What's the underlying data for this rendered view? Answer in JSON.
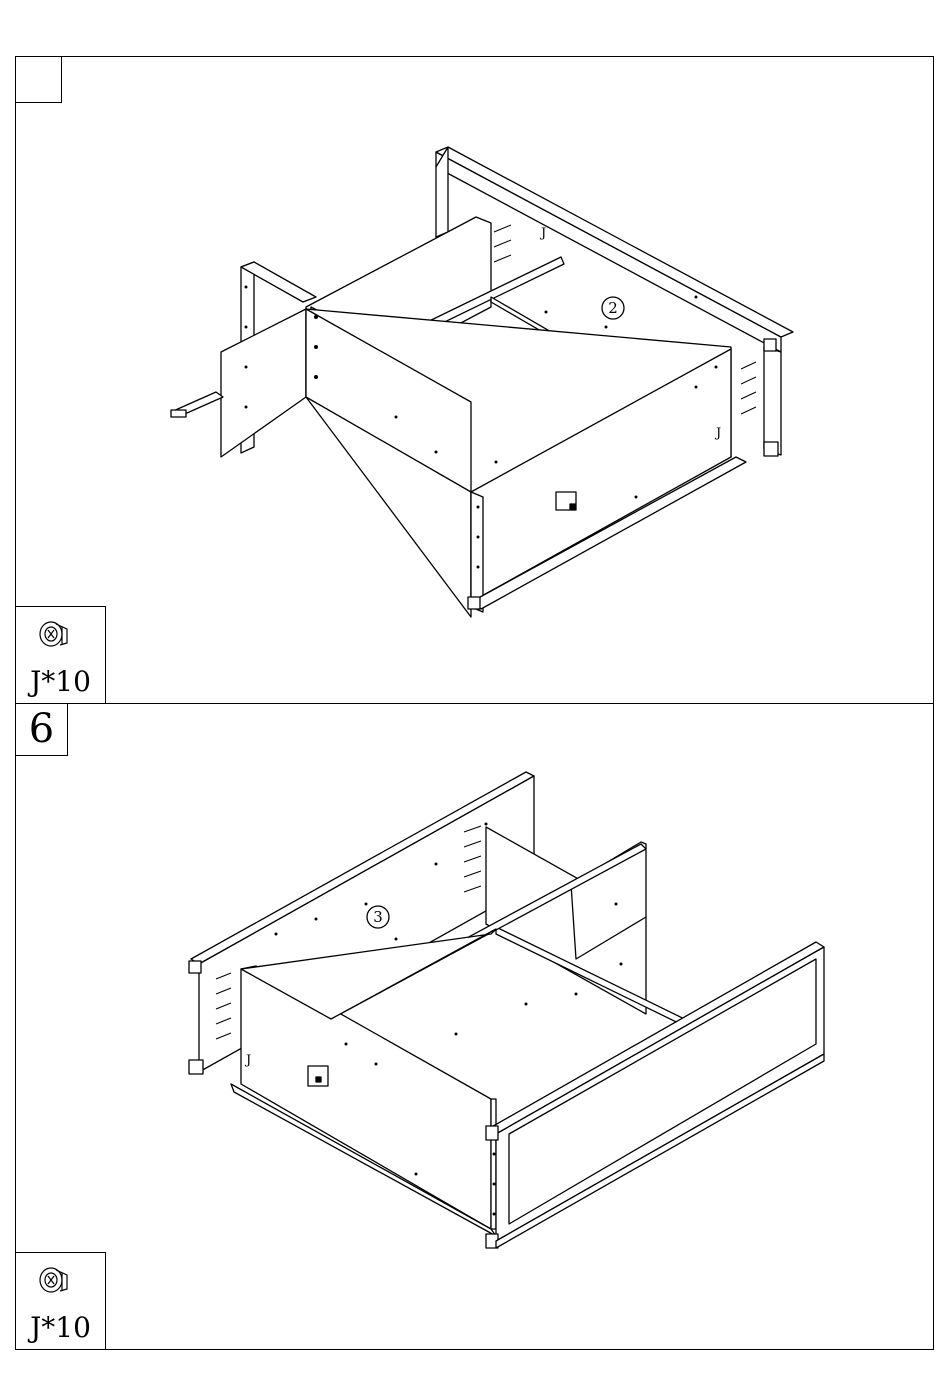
{
  "steps": [
    {
      "number": "",
      "part_callout": "2",
      "hardware": {
        "icon": "cam-lock-icon",
        "label": "J*10"
      }
    },
    {
      "number": "6",
      "part_callout": "3",
      "hardware": {
        "icon": "cam-lock-icon",
        "label": "J*10"
      }
    }
  ]
}
